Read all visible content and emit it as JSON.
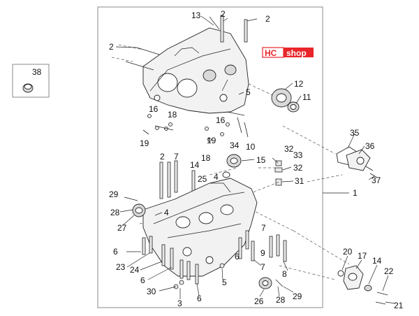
{
  "watermark": {
    "part1": "HC",
    "part2": "shop",
    "color_bg": "#e8262a",
    "color_fg": "#ffffff"
  },
  "callouts": {
    "c38": "38",
    "c13": "13",
    "c2a": "2",
    "c2b": "2",
    "c2c": "2",
    "c2d": "2",
    "c5a": "5",
    "c5b": "5",
    "c12": "12",
    "c11": "11",
    "c16a": "16",
    "c18a": "18",
    "c19a": "19",
    "c16b": "16",
    "c19b": "19",
    "c18b": "18",
    "c34": "34",
    "c10": "10",
    "c32a": "32",
    "c33": "33",
    "c32b": "32",
    "c31": "31",
    "c15": "15",
    "c4a": "4",
    "c35": "35",
    "c36": "36",
    "c37": "37",
    "c7a": "7",
    "c14a": "14",
    "c25": "25",
    "c1": "1",
    "c29a": "29",
    "c28a": "28",
    "c27": "27",
    "c4b": "4",
    "c6a": "6",
    "c23": "23",
    "c24": "24",
    "c6b": "6",
    "c7b": "7",
    "c9": "9",
    "c6c": "6",
    "c7c": "7",
    "c8": "8",
    "c30": "30",
    "c3": "3",
    "c6d": "6",
    "c26": "26",
    "c28b": "28",
    "c29b": "29",
    "c20": "20",
    "c17": "17",
    "c14b": "14",
    "c22": "22",
    "c21": "21"
  }
}
